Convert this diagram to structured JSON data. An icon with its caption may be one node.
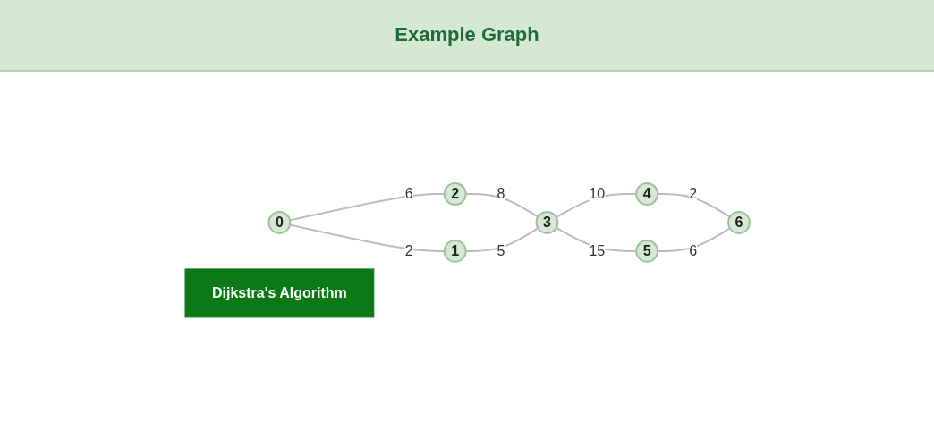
{
  "diagram": {
    "title": "Example Graph",
    "nodes": [
      {
        "text": [
          "0"
        ]
      },
      {
        "text": [
          "1"
        ]
      },
      {
        "text": [
          "2"
        ]
      },
      {
        "text": [
          "3"
        ]
      },
      {
        "text": [
          "4"
        ]
      },
      {
        "text": [
          "5"
        ]
      },
      {
        "text": [
          "6"
        ]
      },
      {
        "text": [
          "Dijkstra's Algorithm"
        ]
      }
    ],
    "edges": [
      {
        "from": 0,
        "to": 2,
        "arrow": "none",
        "label": "6"
      },
      {
        "from": 2,
        "to": 3,
        "arrow": "none",
        "label": "8"
      },
      {
        "from": 0,
        "to": 1,
        "arrow": "none",
        "label": "2"
      },
      {
        "from": 1,
        "to": 3,
        "arrow": "none",
        "label": "5"
      },
      {
        "from": 3,
        "to": 4,
        "arrow": "none",
        "label": "10"
      },
      {
        "from": 3,
        "to": 5,
        "arrow": "none",
        "label": "15"
      },
      {
        "from": 4,
        "to": 6,
        "arrow": "none",
        "label": "2"
      },
      {
        "from": 5,
        "to": 6,
        "arrow": "none",
        "label": "6"
      }
    ]
  }
}
